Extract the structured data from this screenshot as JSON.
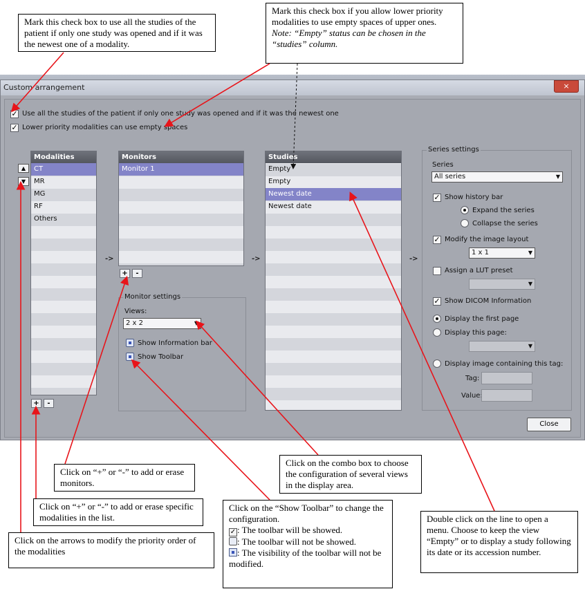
{
  "callouts": {
    "use_all_studies": "Mark this check box to use all the studies of the patient if only one study was opened and if it was the newest one of a modality.",
    "lower_priority_line1": "Mark this check box if you allow lower priority modalities to use empty spaces of upper ones.",
    "lower_priority_note": "Note: “Empty” status can be chosen in the “studies” column.",
    "add_monitors": "Click on “+” or “-” to add or erase monitors.",
    "add_modalities": "Click on “+” or “-” to add or erase specific modalities in the list.",
    "arrows": "Click on the arrows to modify the priority order of the modalities",
    "combo_box": "Click on the combo box to choose the configuration of several views in the display area.",
    "toolbar_intro": "Click on the “Show Toolbar” to change the configuration.",
    "toolbar_showed": ": The toolbar will be showed.",
    "toolbar_not_showed": ": The toolbar will not be showed.",
    "toolbar_unmodified": ": The visibility of the toolbar will not be modified.",
    "double_click": "Double click on the line to open a menu. Choose to keep the view “Empty” or to display a study following its date or its accession number."
  },
  "dialog": {
    "title": "Custom arrangement",
    "close_x": "×",
    "check_use_all": "Use all the studies of the patient if only one study was opened and if it was the newest one",
    "check_lower_priority": "Lower priority modalities can use empty spaces",
    "modalities_header": "Modalities",
    "modalities": [
      "CT",
      "MR",
      "MG",
      "RF",
      "Others"
    ],
    "monitors_header": "Monitors",
    "monitors": [
      "Monitor 1"
    ],
    "studies_header": "Studies",
    "studies": [
      "Empty",
      "Empty",
      "Newest date",
      "Newest date"
    ],
    "arrow_sep": "->",
    "plus": "+",
    "minus": "-",
    "up_arrow": "▲",
    "down_arrow": "▼",
    "monitor_settings": {
      "title": "Monitor settings",
      "views_label": "Views:",
      "views_value": "2 x 2",
      "show_info_bar": "Show Information bar",
      "show_toolbar": "Show Toolbar"
    },
    "series_settings": {
      "title": "Series settings",
      "series_label": "Series",
      "series_value": "All series",
      "show_history_bar": "Show history bar",
      "expand": "Expand the series",
      "collapse": "Collapse the series",
      "modify_layout": "Modify the image layout",
      "layout_value": "1 x 1",
      "assign_lut": "Assign a LUT preset",
      "show_dicom": "Show DICOM Information",
      "display_first": "Display the first page",
      "display_this": "Display this page:",
      "display_tag": "Display image containing this tag:",
      "tag_label": "Tag:",
      "value_label": "Value:"
    },
    "close_button": "Close"
  },
  "colors": {
    "selection": "#8384c8",
    "annotation_arrow": "#e8141a",
    "dialog_bg": "#a5a8b0"
  }
}
